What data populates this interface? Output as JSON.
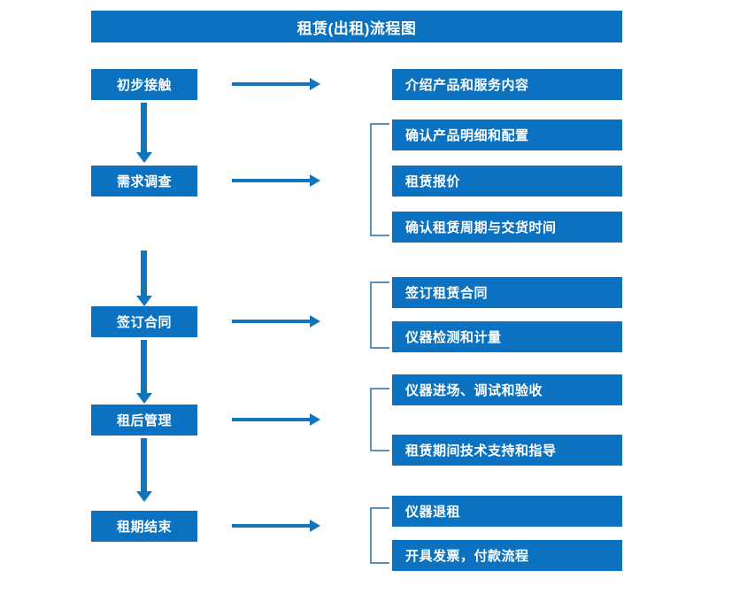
{
  "chart_data": {
    "type": "diagram",
    "title": "租赁(出租)流程图",
    "diagram_kind": "flowchart",
    "orientation": "vertical-stages-with-right-detail-groups",
    "stages": [
      {
        "id": "stage-1",
        "label": "初步接触",
        "details": [
          "介绍产品和服务内容"
        ],
        "has_bracket": false
      },
      {
        "id": "stage-2",
        "label": "需求调查",
        "details": [
          "确认产品明细和配置",
          "租赁报价",
          "确认租赁周期与交货时间"
        ],
        "has_bracket": true
      },
      {
        "id": "stage-3",
        "label": "签订合同",
        "details": [
          "签订租赁合同",
          "仪器检测和计量"
        ],
        "has_bracket": true
      },
      {
        "id": "stage-4",
        "label": "租后管理",
        "details": [
          "仪器进场、调试和验收",
          "租赁期间技术支持和指导"
        ],
        "has_bracket": true
      },
      {
        "id": "stage-5",
        "label": "租期结束",
        "details": [
          "仪器退租",
          "开具发票，付款流程"
        ],
        "has_bracket": true
      }
    ]
  },
  "header": {
    "title": "租赁(出租)流程图"
  },
  "stages": [
    {
      "label": "初步接触"
    },
    {
      "label": "需求调查"
    },
    {
      "label": "签订合同"
    },
    {
      "label": "租后管理"
    },
    {
      "label": "租期结束"
    }
  ],
  "details": {
    "g1": [
      {
        "label": "介绍产品和服务内容"
      }
    ],
    "g2": [
      {
        "label": "确认产品明细和配置"
      },
      {
        "label": "租赁报价"
      },
      {
        "label": "确认租赁周期与交货时间"
      }
    ],
    "g3": [
      {
        "label": "签订租赁合同"
      },
      {
        "label": "仪器检测和计量"
      }
    ],
    "g4": [
      {
        "label": "仪器进场、调试和验收"
      },
      {
        "label": "租赁期间技术支持和指导"
      }
    ],
    "g5": [
      {
        "label": "仪器退租"
      },
      {
        "label": "开具发票，付款流程"
      }
    ]
  },
  "colors": {
    "box_blue": "#0a72c0",
    "arrow_blue": "#1175bb",
    "bracket_blue": "#5e8fc2",
    "text_on_blue": "#ffffff",
    "background": "#ffffff"
  }
}
